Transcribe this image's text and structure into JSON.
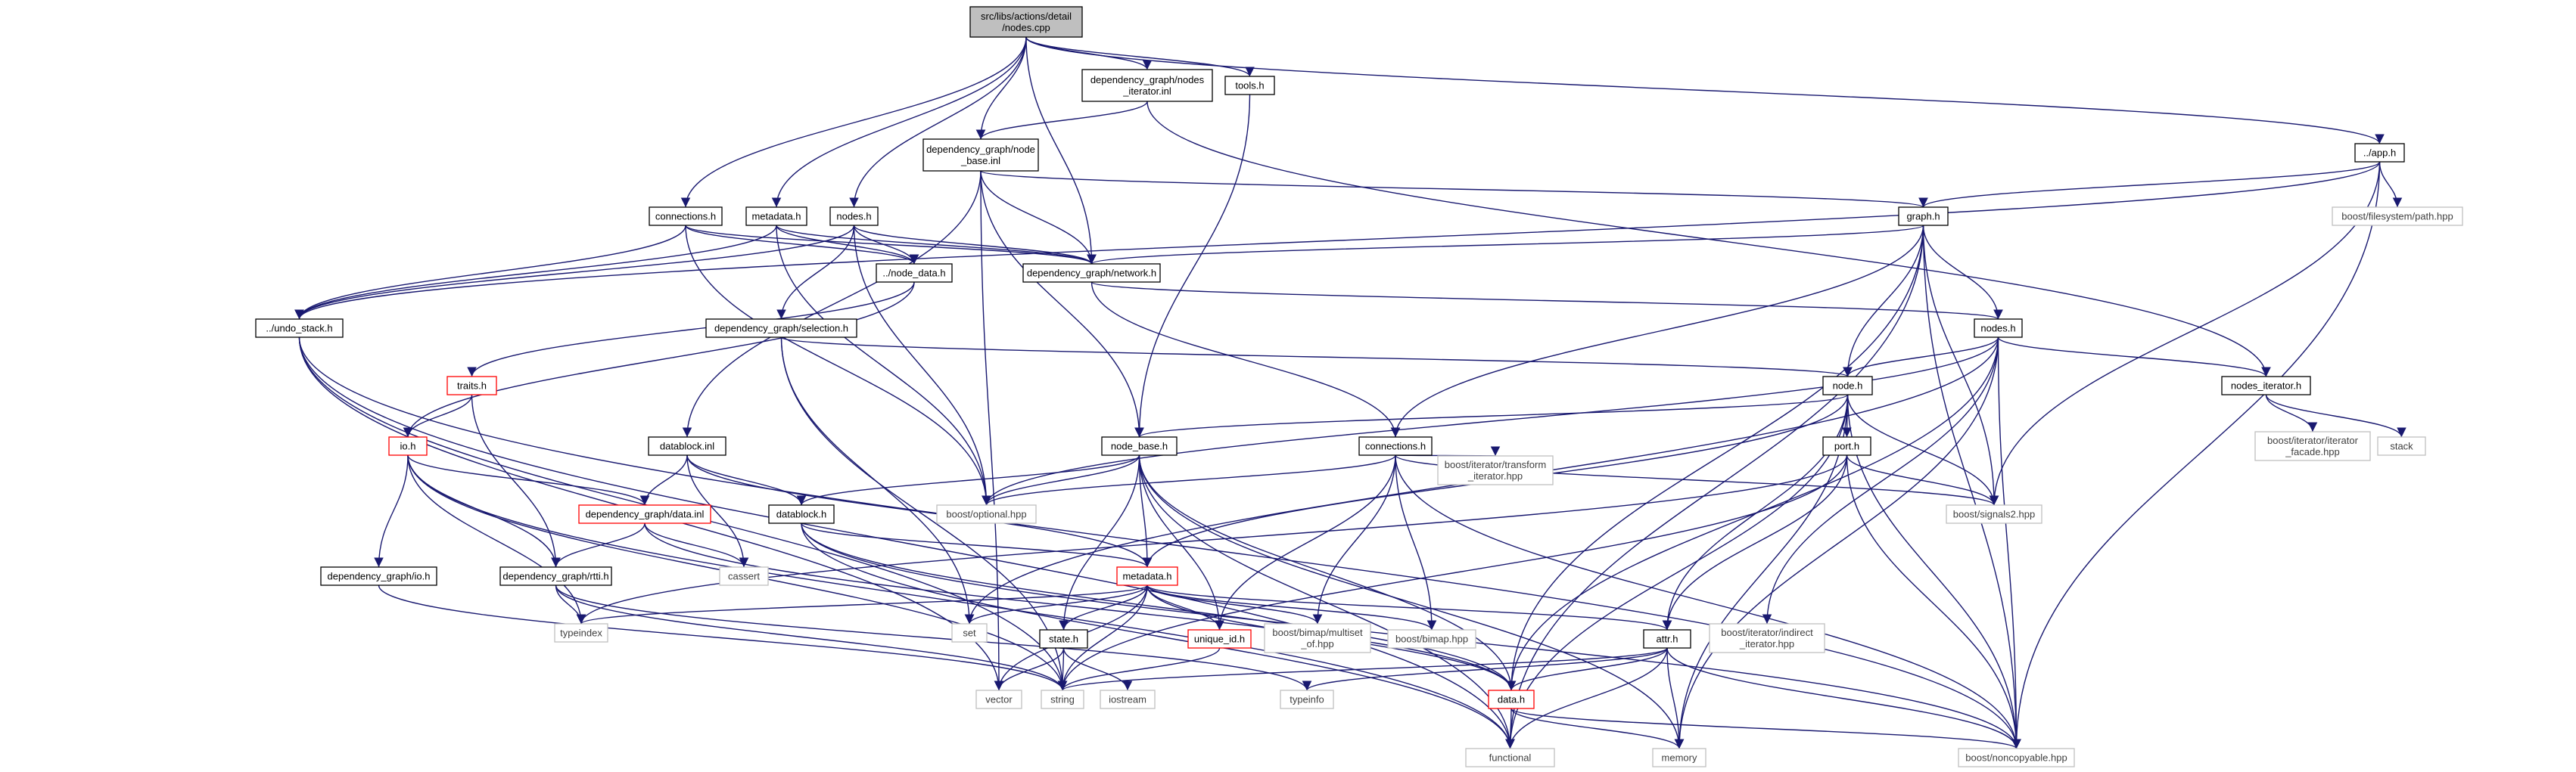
{
  "colors": {
    "edge": "#191970",
    "root_fill": "#bfbfbf",
    "normal_border": "#000000",
    "truncated_border": "#ff0000",
    "external_border": "#bfbfbf",
    "external_text": "#404040",
    "text": "#000000",
    "node_fill": "#ffffff"
  },
  "nodes": [
    {
      "id": "root",
      "lines": [
        "src/libs/actions/detail",
        "/nodes.cpp"
      ],
      "kind": "root"
    },
    {
      "id": "nodes_iterator_inl",
      "lines": [
        "dependency_graph/nodes",
        "_iterator.inl"
      ],
      "kind": "normal"
    },
    {
      "id": "tools_h",
      "lines": [
        "tools.h"
      ],
      "kind": "normal"
    },
    {
      "id": "app_h",
      "lines": [
        "../app.h"
      ],
      "kind": "normal"
    },
    {
      "id": "node_base_inl",
      "lines": [
        "dependency_graph/node",
        "_base.inl"
      ],
      "kind": "normal"
    },
    {
      "id": "connections_h_top",
      "lines": [
        "connections.h"
      ],
      "kind": "normal"
    },
    {
      "id": "metadata_h_top",
      "lines": [
        "metadata.h"
      ],
      "kind": "normal"
    },
    {
      "id": "nodes_h_top",
      "lines": [
        "nodes.h"
      ],
      "kind": "normal"
    },
    {
      "id": "graph_h",
      "lines": [
        "graph.h"
      ],
      "kind": "normal"
    },
    {
      "id": "fs_path",
      "lines": [
        "boost/filesystem/path.hpp"
      ],
      "kind": "external"
    },
    {
      "id": "node_data_h",
      "lines": [
        "../node_data.h"
      ],
      "kind": "normal"
    },
    {
      "id": "network_h",
      "lines": [
        "dependency_graph/network.h"
      ],
      "kind": "normal"
    },
    {
      "id": "undo_stack_h",
      "lines": [
        "../undo_stack.h"
      ],
      "kind": "normal"
    },
    {
      "id": "selection_h",
      "lines": [
        "dependency_graph/selection.h"
      ],
      "kind": "normal"
    },
    {
      "id": "nodes_h_mid",
      "lines": [
        "nodes.h"
      ],
      "kind": "normal"
    },
    {
      "id": "traits_h",
      "lines": [
        "traits.h"
      ],
      "kind": "truncated"
    },
    {
      "id": "node_h",
      "lines": [
        "node.h"
      ],
      "kind": "normal"
    },
    {
      "id": "nodes_iterator_h",
      "lines": [
        "nodes_iterator.h"
      ],
      "kind": "normal"
    },
    {
      "id": "io_h",
      "lines": [
        "io.h"
      ],
      "kind": "truncated"
    },
    {
      "id": "datablock_inl",
      "lines": [
        "datablock.inl"
      ],
      "kind": "normal"
    },
    {
      "id": "node_base_h",
      "lines": [
        "node_base.h"
      ],
      "kind": "normal"
    },
    {
      "id": "connections_h_mid",
      "lines": [
        "connections.h"
      ],
      "kind": "normal"
    },
    {
      "id": "port_h",
      "lines": [
        "port.h"
      ],
      "kind": "normal"
    },
    {
      "id": "iter_facade",
      "lines": [
        "boost/iterator/iterator",
        "_facade.hpp"
      ],
      "kind": "external"
    },
    {
      "id": "stack",
      "lines": [
        "stack"
      ],
      "kind": "external"
    },
    {
      "id": "iter_transform",
      "lines": [
        "boost/iterator/transform",
        "_iterator.hpp"
      ],
      "kind": "external"
    },
    {
      "id": "data_inl",
      "lines": [
        "dependency_graph/data.inl"
      ],
      "kind": "truncated"
    },
    {
      "id": "datablock_h",
      "lines": [
        "datablock.h"
      ],
      "kind": "normal"
    },
    {
      "id": "optional_hpp",
      "lines": [
        "boost/optional.hpp"
      ],
      "kind": "external"
    },
    {
      "id": "signals2_hpp",
      "lines": [
        "boost/signals2.hpp"
      ],
      "kind": "external"
    },
    {
      "id": "dg_io_h",
      "lines": [
        "dependency_graph/io.h"
      ],
      "kind": "normal"
    },
    {
      "id": "rtti_h",
      "lines": [
        "dependency_graph/rtti.h"
      ],
      "kind": "normal"
    },
    {
      "id": "cassert",
      "lines": [
        "cassert"
      ],
      "kind": "external"
    },
    {
      "id": "metadata_h_mid",
      "lines": [
        "metadata.h"
      ],
      "kind": "truncated"
    },
    {
      "id": "typeindex",
      "lines": [
        "typeindex"
      ],
      "kind": "external"
    },
    {
      "id": "set",
      "lines": [
        "set"
      ],
      "kind": "external"
    },
    {
      "id": "state_h",
      "lines": [
        "state.h"
      ],
      "kind": "normal"
    },
    {
      "id": "unique_id_h",
      "lines": [
        "unique_id.h"
      ],
      "kind": "truncated"
    },
    {
      "id": "bimap_multiset",
      "lines": [
        "boost/bimap/multiset",
        "_of.hpp"
      ],
      "kind": "external"
    },
    {
      "id": "bimap_hpp",
      "lines": [
        "boost/bimap.hpp"
      ],
      "kind": "external"
    },
    {
      "id": "attr_h",
      "lines": [
        "attr.h"
      ],
      "kind": "normal"
    },
    {
      "id": "iter_indirect",
      "lines": [
        "boost/iterator/indirect",
        "_iterator.hpp"
      ],
      "kind": "external"
    },
    {
      "id": "vector",
      "lines": [
        "vector"
      ],
      "kind": "external"
    },
    {
      "id": "string",
      "lines": [
        "string"
      ],
      "kind": "external"
    },
    {
      "id": "iostream",
      "lines": [
        "iostream"
      ],
      "kind": "external"
    },
    {
      "id": "typeinfo",
      "lines": [
        "typeinfo"
      ],
      "kind": "external"
    },
    {
      "id": "data_h",
      "lines": [
        "data.h"
      ],
      "kind": "truncated"
    },
    {
      "id": "functional",
      "lines": [
        "functional"
      ],
      "kind": "external"
    },
    {
      "id": "memory",
      "lines": [
        "memory"
      ],
      "kind": "external"
    },
    {
      "id": "noncopyable",
      "lines": [
        "boost/noncopyable.hpp"
      ],
      "kind": "external"
    }
  ]
}
